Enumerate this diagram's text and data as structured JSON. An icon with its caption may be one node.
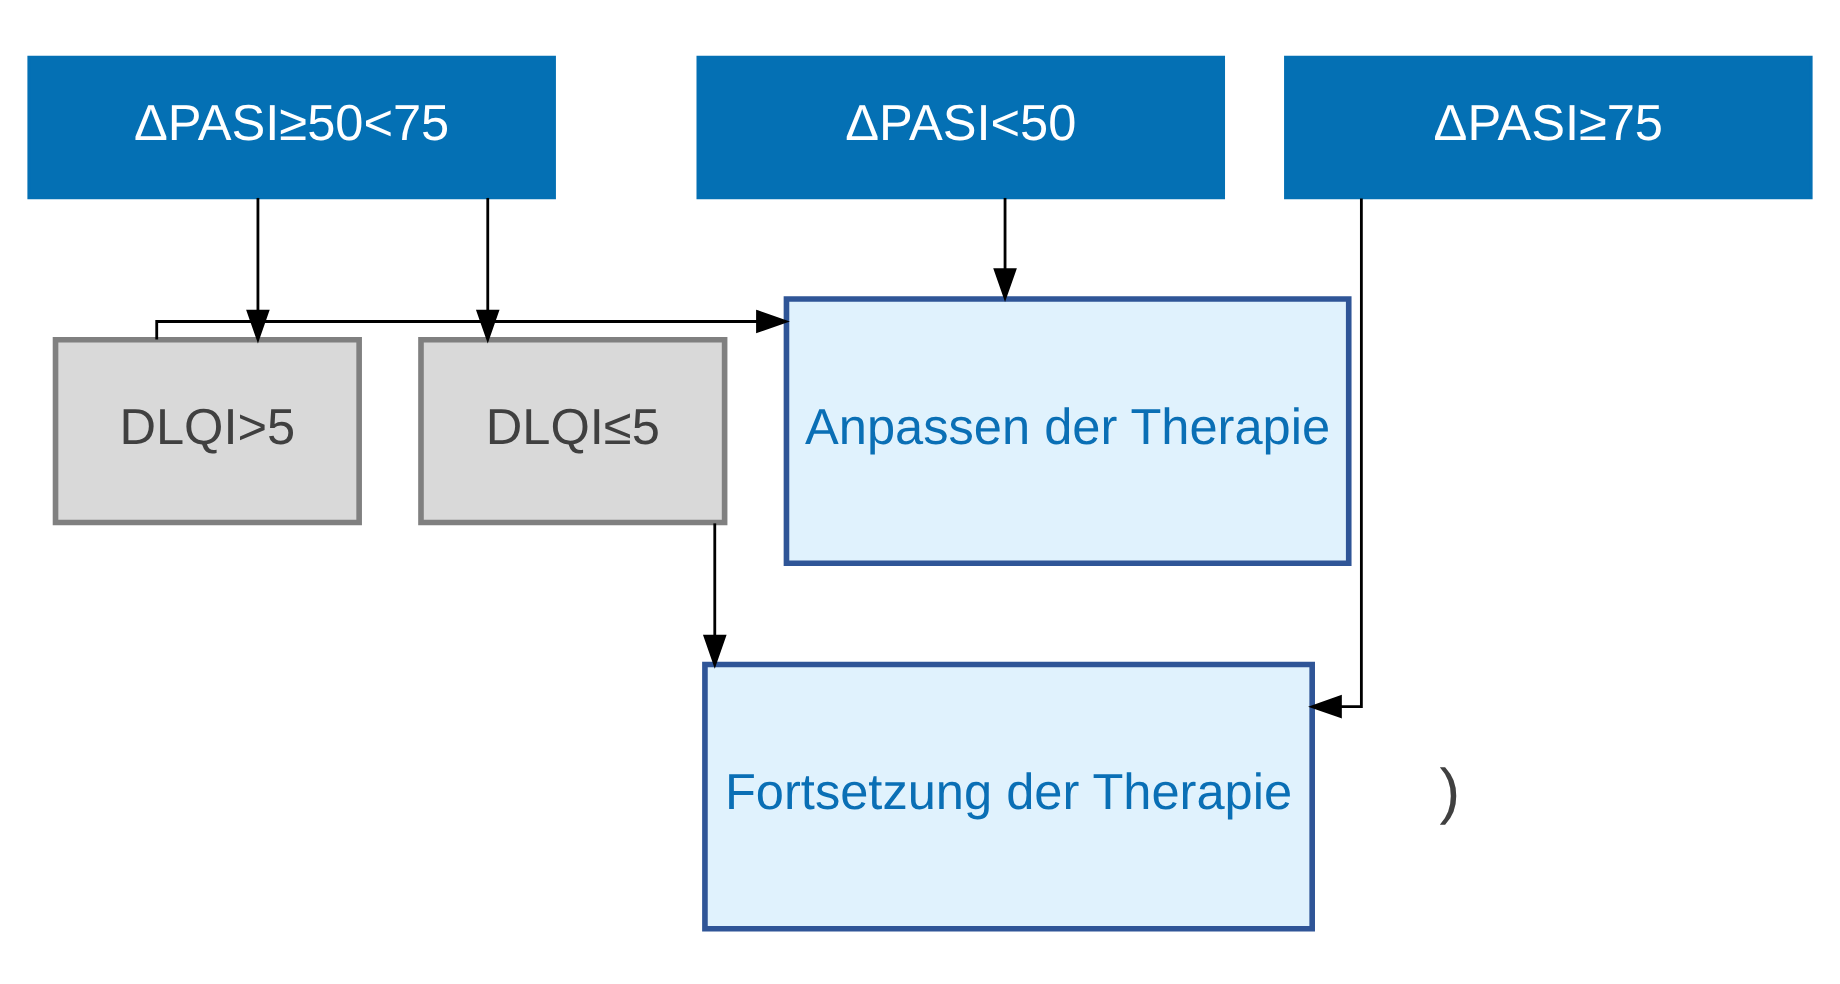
{
  "diagram": {
    "nodes": [
      {
        "text": [
          "ΔPASI<50"
        ]
      },
      {
        "text": [
          "ΔPASI≥50<75"
        ]
      },
      {
        "text": [
          "ΔPASI≥75"
        ]
      },
      {
        "text": [
          "Anpassen der Therapie"
        ]
      },
      {
        "text": [
          "DLQI>5"
        ]
      },
      {
        "text": [
          "DLQI≤5"
        ]
      },
      {
        "text": [
          "Fortsetzung der Therapie"
        ]
      }
    ],
    "edges": [
      {
        "from": 0,
        "to": 3,
        "arrow": "to"
      },
      {
        "from": 1,
        "to": 4,
        "arrow": "to"
      },
      {
        "from": 1,
        "to": 5,
        "arrow": "to"
      },
      {
        "from": 4,
        "to": 3,
        "arrow": "to"
      },
      {
        "from": 5,
        "to": 6,
        "arrow": "to"
      },
      {
        "from": 2,
        "to": 6,
        "arrow": "to"
      }
    ],
    "labels": [
      ")"
    ]
  }
}
